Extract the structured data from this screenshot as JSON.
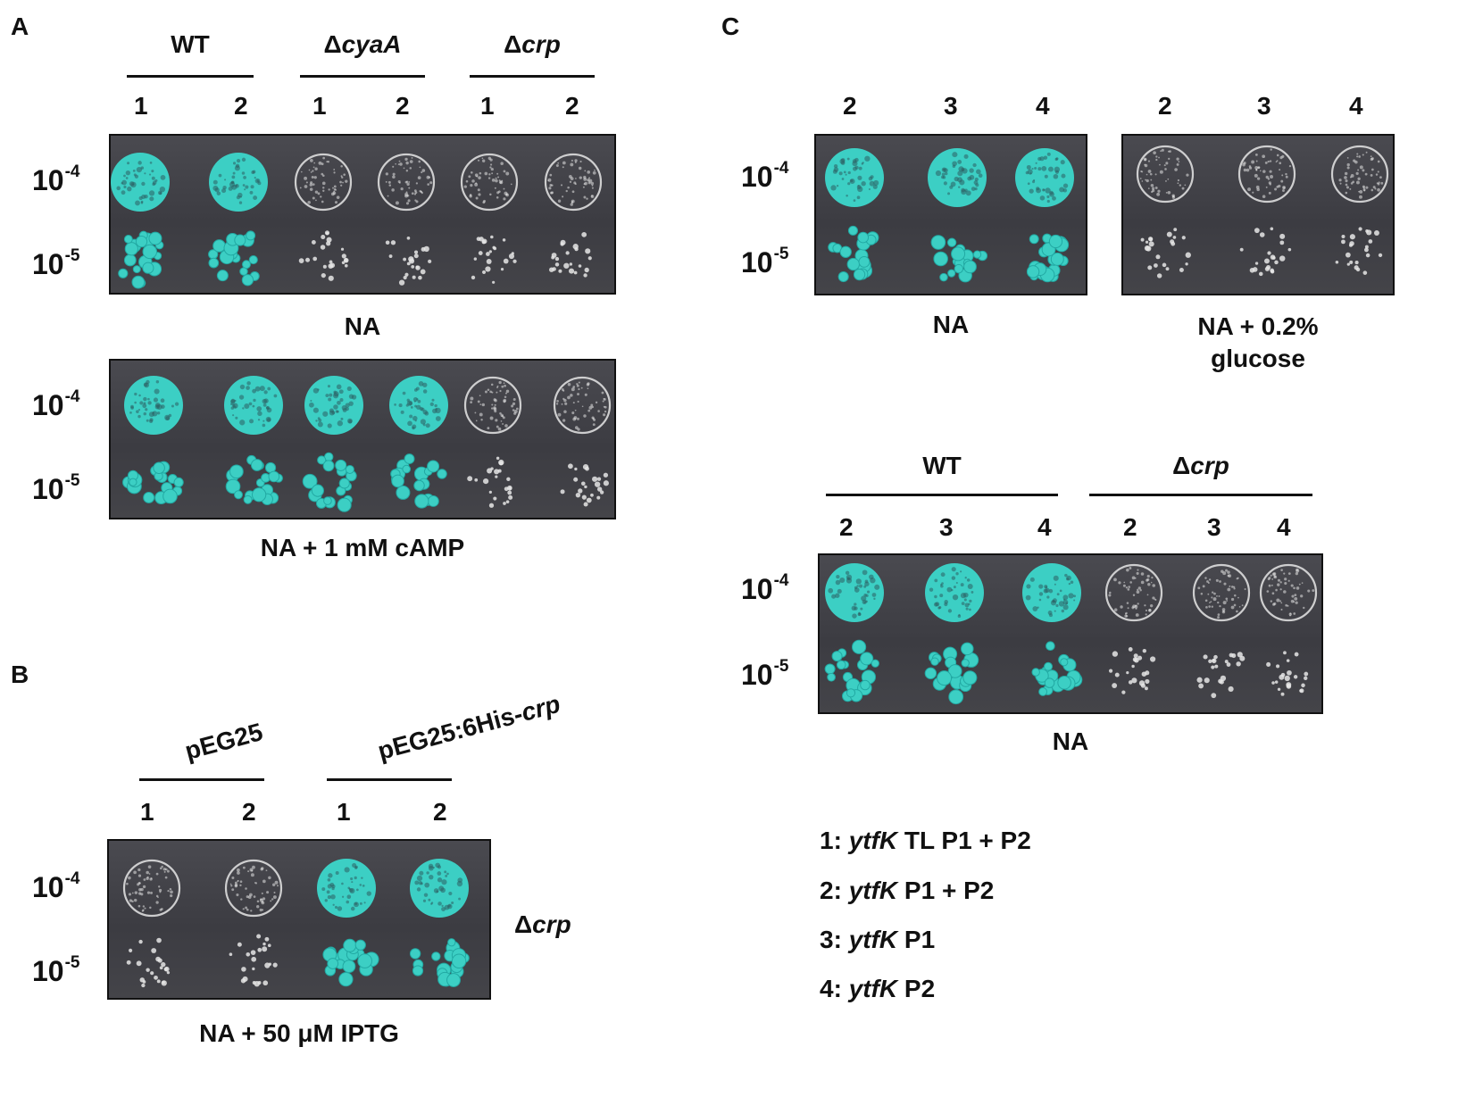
{
  "panels": {
    "A": {
      "letter": "A",
      "strains": [
        {
          "prefix": "",
          "italic": "",
          "plain": "WT"
        },
        {
          "prefix": "Δ",
          "italic": "cyaA",
          "plain": ""
        },
        {
          "prefix": "Δ",
          "italic": "crp",
          "plain": ""
        }
      ],
      "columns": [
        "1",
        "2",
        "1",
        "2",
        "1",
        "2"
      ],
      "rows": [
        {
          "base": "10",
          "exp": "-4"
        },
        {
          "base": "10",
          "exp": "-5"
        }
      ],
      "plates": [
        {
          "caption": "NA",
          "growth": [
            [
              1,
              1,
              0,
              0,
              0,
              0
            ],
            [
              1,
              1,
              0,
              0,
              0,
              0
            ]
          ]
        },
        {
          "caption": "NA + 1 mM cAMP",
          "growth": [
            [
              1,
              1,
              1,
              1,
              0,
              0
            ],
            [
              1,
              1,
              1,
              1,
              0,
              0
            ]
          ]
        }
      ]
    },
    "B": {
      "letter": "B",
      "strains": [
        {
          "prefix": "",
          "italic": "",
          "plain": "pEG25"
        },
        {
          "prefix": "pEG25:6His-",
          "italic": "crp",
          "plain": ""
        }
      ],
      "columns": [
        "1",
        "2",
        "1",
        "2"
      ],
      "rows": [
        {
          "base": "10",
          "exp": "-4"
        },
        {
          "base": "10",
          "exp": "-5"
        }
      ],
      "side_label": {
        "prefix": "Δ",
        "italic": "crp"
      },
      "plate": {
        "caption": "NA + 50 μM IPTG",
        "growth": [
          [
            0,
            0,
            1,
            1
          ],
          [
            0,
            0,
            1,
            1
          ]
        ]
      }
    },
    "C": {
      "letter": "C",
      "top": {
        "columns": [
          "2",
          "3",
          "4"
        ],
        "rows": [
          {
            "base": "10",
            "exp": "-4"
          },
          {
            "base": "10",
            "exp": "-5"
          }
        ],
        "plates": [
          {
            "caption_lines": [
              "NA"
            ],
            "growth": [
              [
                1,
                1,
                1
              ],
              [
                1,
                1,
                1
              ]
            ]
          },
          {
            "caption_lines": [
              "NA + 0.2%",
              "glucose"
            ],
            "growth": [
              [
                0,
                0,
                0
              ],
              [
                0,
                0,
                0
              ]
            ]
          }
        ]
      },
      "bottom": {
        "strains": [
          {
            "prefix": "",
            "italic": "",
            "plain": "WT"
          },
          {
            "prefix": "Δ",
            "italic": "crp",
            "plain": ""
          }
        ],
        "columns": [
          "2",
          "3",
          "4",
          "2",
          "3",
          "4"
        ],
        "rows": [
          {
            "base": "10",
            "exp": "-4"
          },
          {
            "base": "10",
            "exp": "-5"
          }
        ],
        "plate": {
          "caption": "NA",
          "growth": [
            [
              1,
              1,
              1,
              0,
              0,
              0
            ],
            [
              1,
              1,
              1,
              0,
              0,
              0
            ]
          ]
        }
      },
      "legend": [
        {
          "num": "1:",
          "gene": "ytfK",
          "rest": " TL P1 + P2"
        },
        {
          "num": "2:",
          "gene": "ytfK",
          "rest": " P1 + P2"
        },
        {
          "num": "3:",
          "gene": "ytfK",
          "rest": " P1"
        },
        {
          "num": "4:",
          "gene": "ytfK",
          "rest": " P2"
        }
      ]
    }
  },
  "colors": {
    "growth": "#3ccfc4",
    "growth_dark": "#22a9a3",
    "no_growth": "#e6e6e6",
    "plate_bg": "#42424a"
  }
}
